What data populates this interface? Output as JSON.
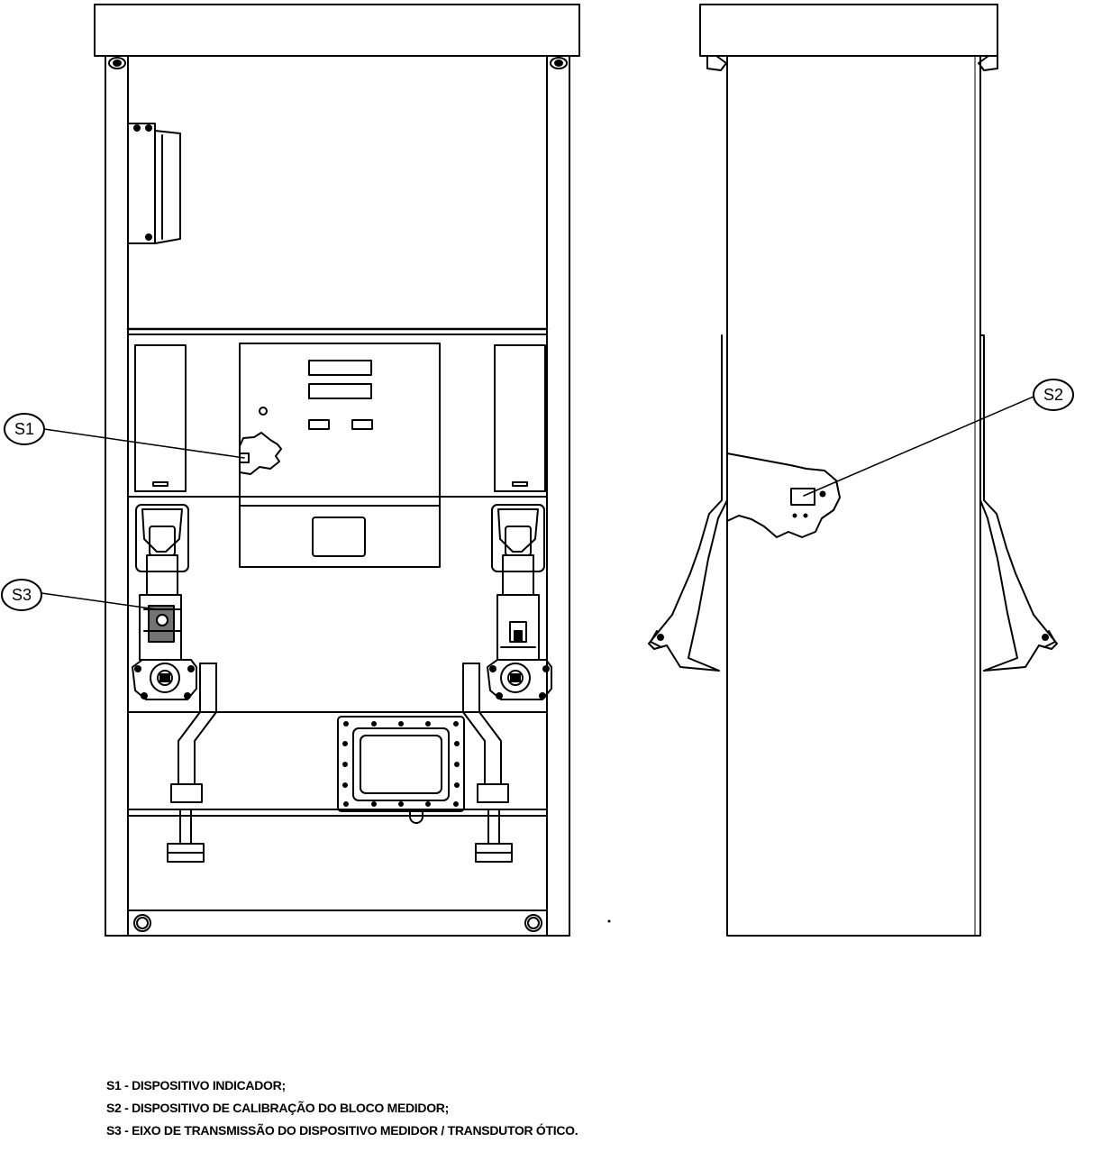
{
  "callouts": {
    "s1": "S1",
    "s2": "S2",
    "s3": "S3"
  },
  "legend": {
    "items": [
      "S1 - DISPOSITIVO INDICADOR;",
      "S2 - DISPOSITIVO DE CALIBRAÇÃO DO BLOCO MEDIDOR;",
      "S3 - EIXO DE TRANSMISSÃO DO DISPOSITIVO MEDIDOR / TRANSDUTOR ÓTICO."
    ]
  },
  "colors": {
    "line": "#000000",
    "background": "#ffffff"
  }
}
